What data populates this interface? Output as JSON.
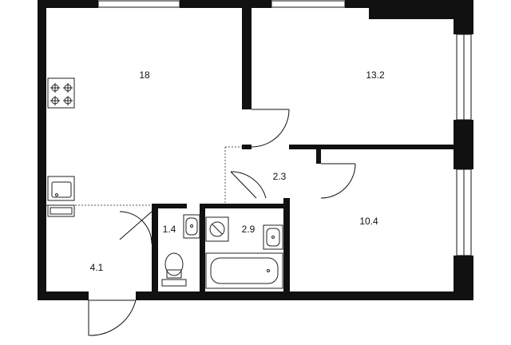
{
  "floorplan": {
    "colors": {
      "wall": "#111111",
      "fixture": "#222222",
      "background": "#ffffff"
    },
    "rooms": [
      {
        "id": "kitchen-living",
        "label": "18"
      },
      {
        "id": "bedroom-top",
        "label": "13.2"
      },
      {
        "id": "corridor",
        "label": "2.3"
      },
      {
        "id": "bathroom",
        "label": "2.9"
      },
      {
        "id": "bedroom-bottom",
        "label": "10.4"
      },
      {
        "id": "toilet",
        "label": "1.4"
      },
      {
        "id": "hallway",
        "label": "4.1"
      }
    ],
    "fixtures": [
      "stove-icon",
      "kitchen-sink-icon",
      "washbasin-icon",
      "toilet-icon",
      "washing-machine-icon",
      "bathtub-icon"
    ]
  }
}
